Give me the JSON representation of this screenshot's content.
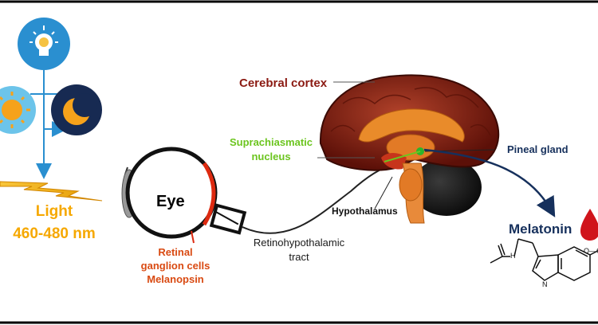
{
  "labels": {
    "light": "Light",
    "wavelength": "460-480 nm",
    "eye": "Eye",
    "cerebral_cortex": "Cerebral cortex",
    "scn_line1": "Suprachiasmatic",
    "scn_line2": "nucleus",
    "pineal_gland": "Pineal gland",
    "hypothalamus": "Hypothalamus",
    "rht_line1": "Retinohypothalamic",
    "rht_line2": "tract",
    "rgc_line1": "Retinal",
    "rgc_line2": "ganglion cells",
    "rgc_line3": "Melanopsin",
    "melatonin": "Melatonin"
  },
  "structure": {
    "methoxy_group": "O—CH",
    "amine_nh": "H",
    "indole_n": "N"
  },
  "icons": [
    "lightbulb-icon",
    "sun-icon",
    "moon-icon",
    "blood-drop-icon"
  ],
  "colors": {
    "light_text": "#f6a800",
    "cortex_text": "#8b1a12",
    "scn_text": "#6cc51f",
    "navy_text": "#16305c",
    "rgc_text": "#d94a12",
    "icon_blue": "#2a8fd0",
    "blood_red": "#d0141b"
  }
}
